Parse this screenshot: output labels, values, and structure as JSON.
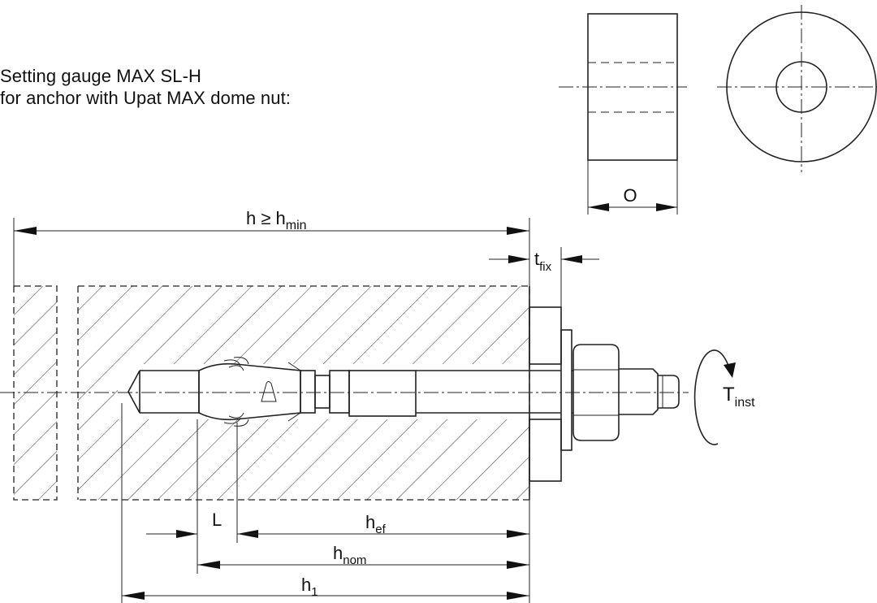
{
  "caption": {
    "line1": "Setting gauge MAX SL-H",
    "line2": "for anchor with Upat MAX dome nut:"
  },
  "labels": {
    "gauge_width": "O",
    "h_rel": "h ≥ h",
    "h_min_sub": "min",
    "t_fix": "t",
    "t_fix_sub": "fix",
    "torque": "T",
    "torque_sub": "inst",
    "L": "L",
    "h_ef": "h",
    "h_ef_sub": "ef",
    "h_nom": "h",
    "h_nom_sub": "nom",
    "h_1": "h",
    "h_1_sub": "1"
  }
}
